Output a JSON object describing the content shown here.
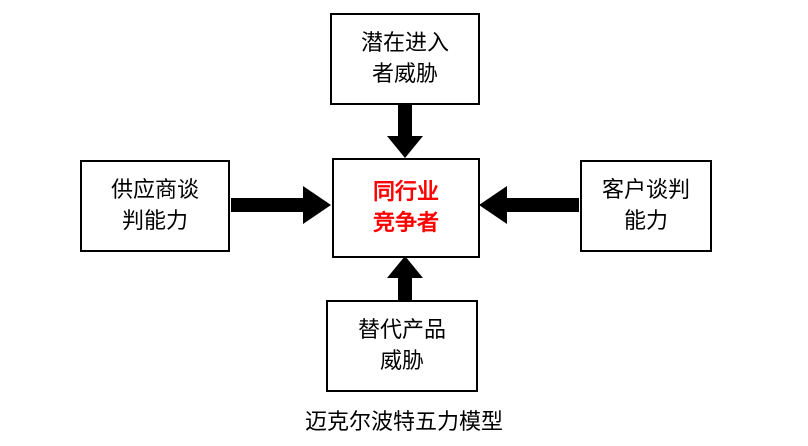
{
  "diagram": {
    "caption": "迈克尔波特五力模型",
    "colors": {
      "box_border": "#000000",
      "arrow": "#000000",
      "center_text": "#FF0000"
    },
    "nodes": {
      "top": {
        "label": "潜在进入\n者威胁"
      },
      "left": {
        "label": "供应商谈\n判能力"
      },
      "center": {
        "label": "同行业\n竞争者"
      },
      "right": {
        "label": "客户谈判\n能力"
      },
      "bottom": {
        "label": "替代产品\n威胁"
      }
    },
    "arrows": [
      {
        "name": "top-to-center",
        "direction": "down"
      },
      {
        "name": "left-to-center",
        "direction": "right"
      },
      {
        "name": "right-to-center",
        "direction": "left"
      },
      {
        "name": "bottom-to-center",
        "direction": "up"
      }
    ]
  }
}
